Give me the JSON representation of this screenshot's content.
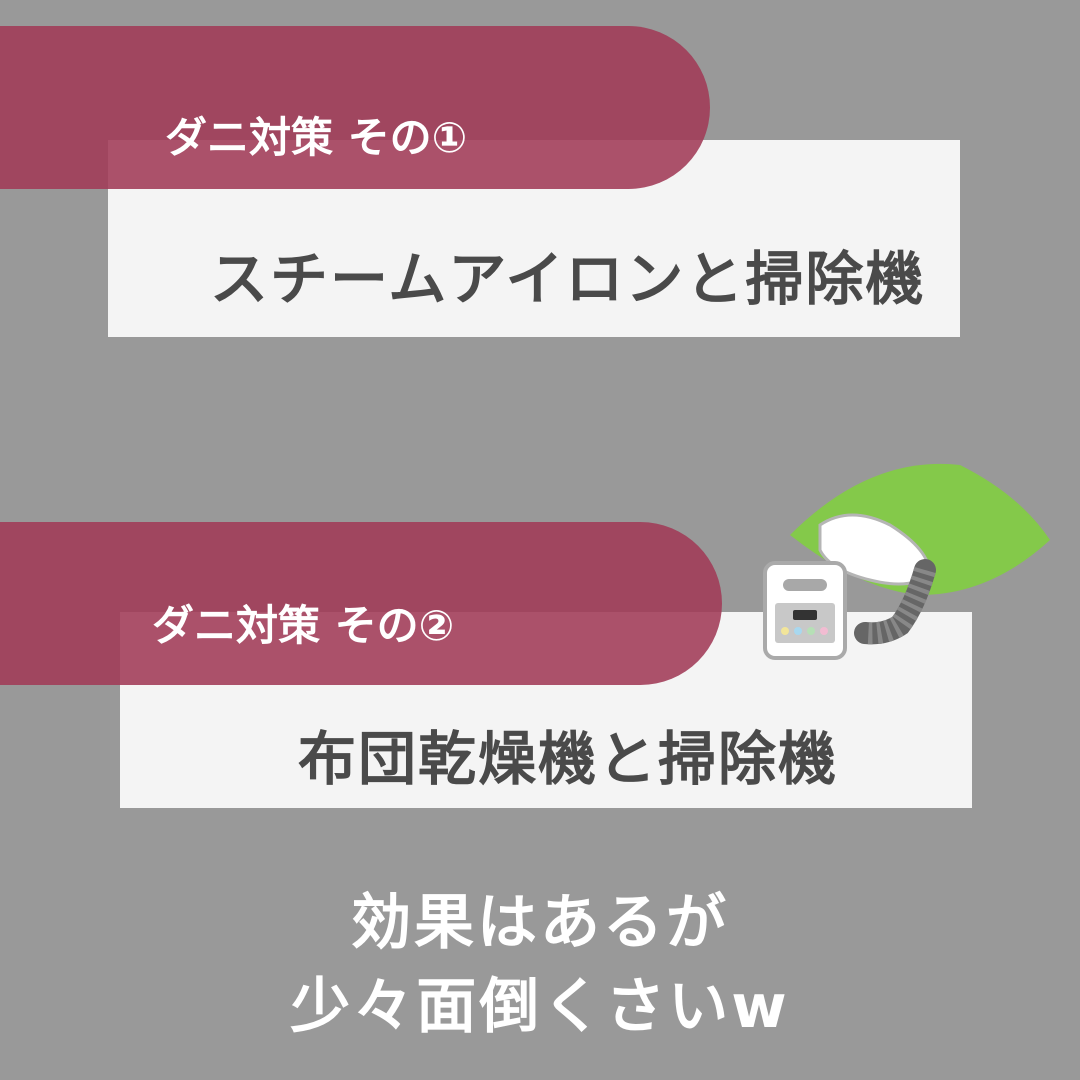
{
  "colors": {
    "background": "#999999",
    "banner": "#a03a56",
    "box": "#f4f4f4",
    "box_text": "#4a4a4a",
    "banner_text": "#ffffff",
    "footer_text": "#ffffff"
  },
  "sections": [
    {
      "label": "ダニ対策 その①",
      "title": "スチームアイロンと掃除機"
    },
    {
      "label": "ダニ対策 その②",
      "title": "布団乾燥機と掃除機",
      "illustration": "futon-dryer-icon"
    }
  ],
  "footer": {
    "line1": "効果はあるが",
    "line2": "少々面倒くさいw"
  }
}
